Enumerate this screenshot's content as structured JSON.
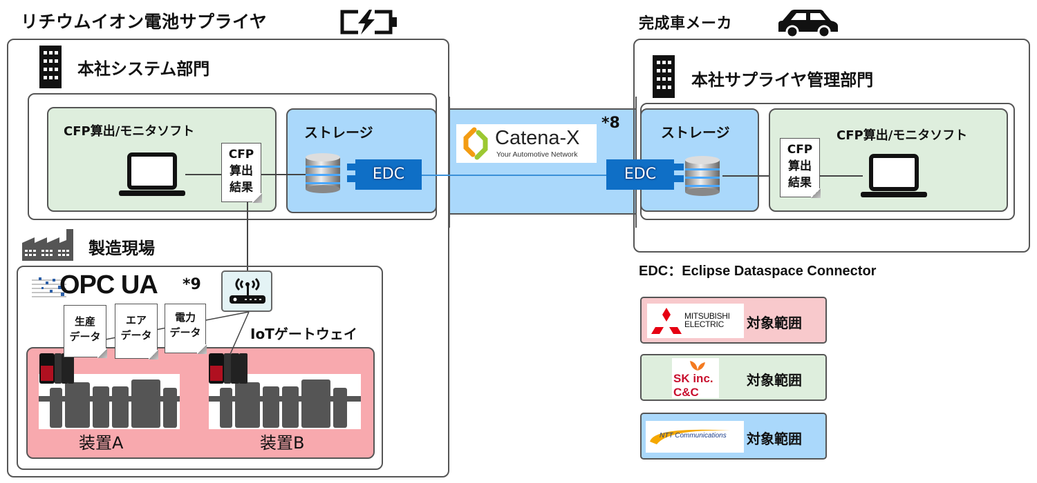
{
  "supplier": {
    "title": "リチウムイオン電池サプライヤ",
    "hq_label": "本社システム部門",
    "cfp_software": "CFP算出/モニタソフト",
    "cfp_result": [
      "CFP",
      "算出",
      "結果"
    ],
    "storage_label": "ストレージ",
    "edc_label": "EDC",
    "factory_label": "製造現場",
    "opc_logo": "OPC UA",
    "opc_note": "*9",
    "gateway_label": "IoTゲートウェイ",
    "data_docs": [
      [
        "生産",
        "データ"
      ],
      [
        "エア",
        "データ"
      ],
      [
        "電力",
        "データ"
      ]
    ],
    "devices": [
      "装置A",
      "装置B"
    ]
  },
  "network": {
    "logo_name": "Catena-X",
    "logo_tagline": "Your Automotive Network",
    "note": "*8"
  },
  "oem": {
    "title": "完成車メーカ",
    "hq_label": "本社サプライヤ管理部門",
    "storage_label": "ストレージ",
    "edc_label": "EDC",
    "cfp_software": "CFP算出/モニタソフト",
    "cfp_result": [
      "CFP",
      "算出",
      "結果"
    ]
  },
  "definition": "EDC：Eclipse Dataspace Connector",
  "legend": [
    {
      "company": "MITSUBISHI ELECTRIC",
      "label": "対象範囲",
      "color": "#f8c9cc"
    },
    {
      "company": "SK inc. C&C",
      "label": "対象範囲",
      "color": "#deeedd"
    },
    {
      "company": "NTT Communications",
      "label": "対象範囲",
      "color": "#aad8fb"
    }
  ],
  "colors": {
    "software_bg": "#deeedd",
    "storage_bg": "#aad8fb",
    "equipment_bg": "#f8a9ae",
    "edc": "#0f6fc6",
    "catena_orange": "#f39c12",
    "catena_green": "#9cc832"
  }
}
